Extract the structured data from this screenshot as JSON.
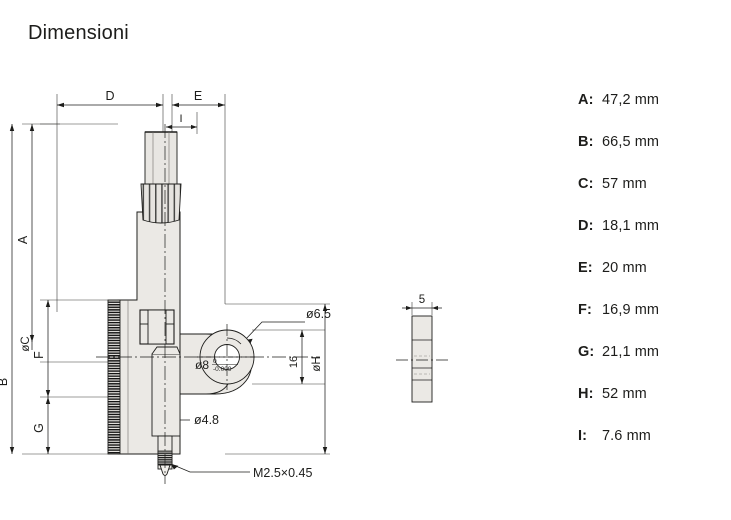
{
  "page": {
    "title": "Dimensioni"
  },
  "dimension_list": [
    {
      "key": "A:",
      "value": "47,2 mm"
    },
    {
      "key": "B:",
      "value": "66,5 mm"
    },
    {
      "key": "C:",
      "value": "57 mm"
    },
    {
      "key": "D:",
      "value": "18,1 mm"
    },
    {
      "key": "E:",
      "value": "20 mm"
    },
    {
      "key": "F:",
      "value": "16,9 mm"
    },
    {
      "key": "G:",
      "value": "21,1 mm"
    },
    {
      "key": "H:",
      "value": "52 mm"
    },
    {
      "key": "I:",
      "value": "7.6 mm"
    }
  ],
  "drawing": {
    "labels": {
      "dim_a": "A",
      "dim_b": "B",
      "dim_c": "øC",
      "dim_d": "D",
      "dim_e": "E",
      "dim_f": "F",
      "dim_g": "G",
      "dim_h": "øH",
      "dim_i": "I",
      "hole_diameter": "ø6.5",
      "hole_offset": "16",
      "stem_upper_diameter": "ø8",
      "stem_tolerance_upper": "0",
      "stem_tolerance_lower": "-0.009",
      "stem_lower_diameter": "ø4.8",
      "thread": "M2.5×0.45",
      "side_view_thickness": "5"
    },
    "colors": {
      "line": "#1d1d1b",
      "body_fill": "#ebe9e5",
      "bezel_dark": "#1a1a1a",
      "thin_line": "#555555"
    }
  }
}
